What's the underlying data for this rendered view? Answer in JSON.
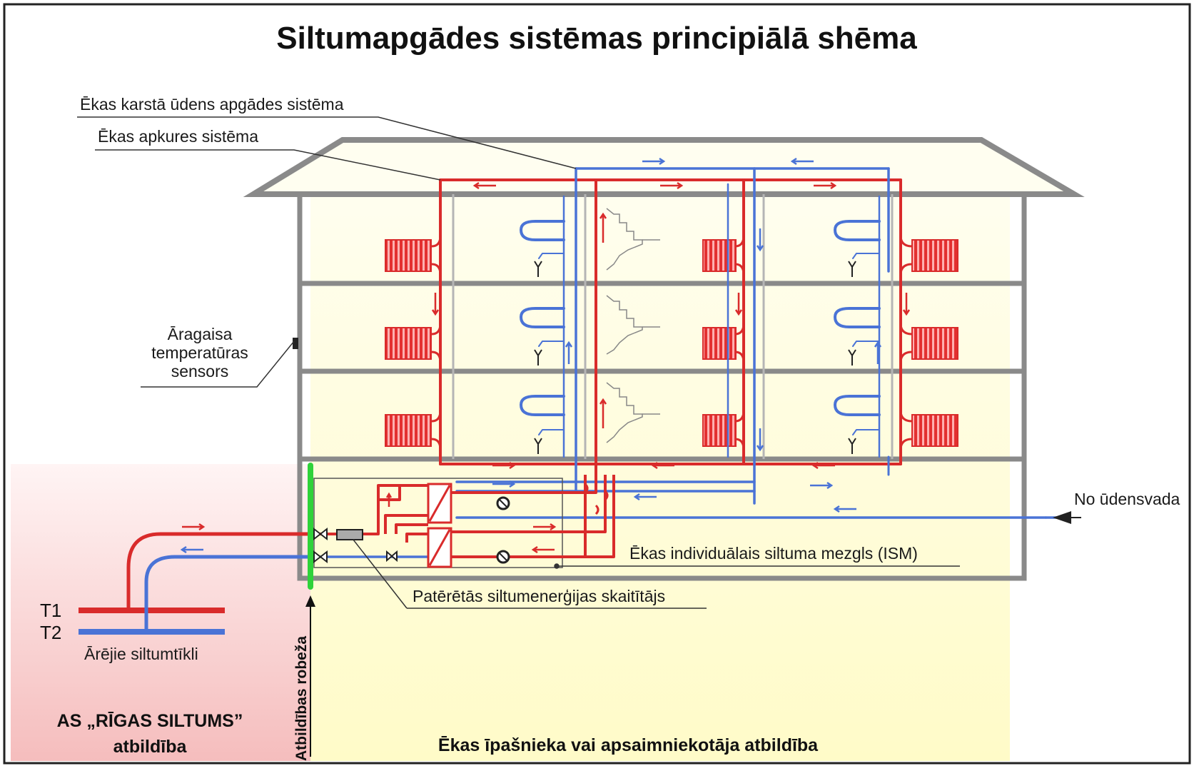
{
  "title": "Siltumapgādes sistēmas principiālā shēma",
  "labels": {
    "hot_water_system": "Ēkas karstā ūdens apgādes sistēma",
    "heating_system": "Ēkas apkures sistēma",
    "outdoor_sensor": [
      "Āragaisa",
      "temperatūras",
      "sensors"
    ],
    "from_water_main": "No ūdensvada",
    "ism": "Ēkas individuālais siltuma mezgls (ISM)",
    "heat_meter": "Patērētās siltumenerģijas skaitītājs",
    "pipe_t1": "T1",
    "pipe_t2": "T2",
    "external_networks": "Ārējie siltumtīkli",
    "responsibility_boundary": "Atbildības robeža",
    "company_line1": "AS „RĪGAS SILTUMS”",
    "company_line2": "atbildība",
    "owner_responsibility": "Ēkas īpašnieka vai apsaimniekotāja atbildība"
  },
  "colors": {
    "supply_red": "#d92b2b",
    "return_blue": "#4a73d6",
    "building_frame": "#8a8a8a",
    "owner_zone": "#fffbd0",
    "company_zone": "#f7cccc",
    "boundary_green": "#2fd23a"
  }
}
